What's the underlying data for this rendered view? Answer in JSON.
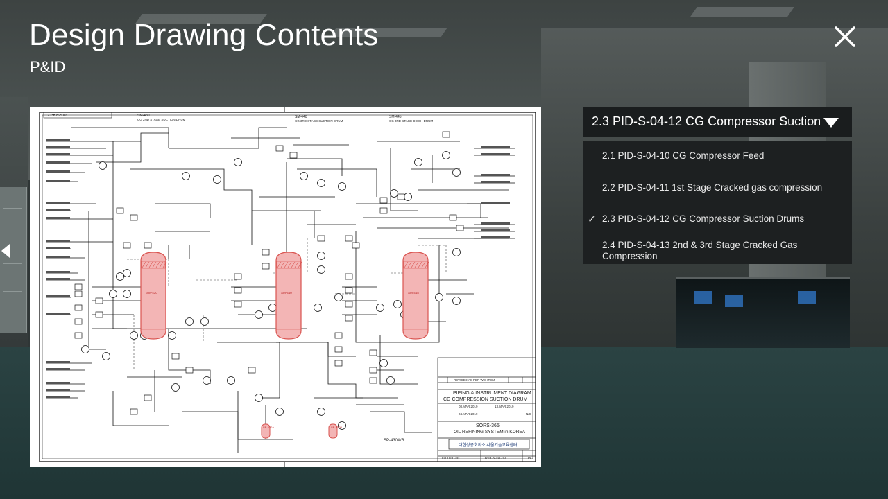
{
  "header": {
    "title": "Design Drawing Contents",
    "subtitle": "P&ID"
  },
  "icons": {
    "close": "close-icon",
    "prev": "chevron-left-icon",
    "dropdown": "triangle-down-icon",
    "check": "check-icon"
  },
  "dropdown": {
    "selected": "2.3 PID-S-04-12 CG Compressor Suction",
    "check_glyph": "✓",
    "items": [
      {
        "label": "2.1 PID-S-04-10 CG Compressor Feed",
        "selected": false
      },
      {
        "label": "2.2 PID-S-04-11 1st Stage Cracked gas compression",
        "selected": false
      },
      {
        "label": "2.3 PID-S-04-12 CG Compressor Suction Drums",
        "selected": true
      },
      {
        "label": "2.4 PID-S-04-13 2nd & 3rd Stage Cracked Gas Compression",
        "selected": false
      }
    ]
  },
  "drawing": {
    "vessels": [
      {
        "tag": "SM-430",
        "name": "CG 2ND STAGE SUCTION DRUM"
      },
      {
        "tag": "SM-440",
        "name": "CG 3RD STAGE SUCTION DRUM"
      },
      {
        "tag": "SM-445",
        "name": "CG 3RD STAGE DISCH DRUM"
      }
    ],
    "pumps": [
      "SP-430A",
      "SP-430B"
    ],
    "pump_group": "SP-430A/B",
    "title_block": {
      "rev_note": "REVISED AS PER W/S ITEM",
      "line1": "PIPING & INSTRUMENT DIAGRAM",
      "line2": "CG COMPRESSION SUCTION DRUM",
      "project": "SORS-365",
      "system": "OIL REFINING SYSTEM in KOREA",
      "org": "대한상공회의소 서울기술교육센터",
      "doc_no": "PID-S-04-12",
      "sheet": "03",
      "date1": "08.MAR.2019",
      "date2": "24.MAR.2019",
      "date3": "13.MAR.2019",
      "scale": "N/S",
      "zeros": "00-00-00-00"
    },
    "corner_label": "PID-S-04-12"
  },
  "colors": {
    "vessel_fill": "#f3b5b5",
    "vessel_stroke": "#d9534f",
    "dropdown_bg": "#1a1d1e",
    "list_bg": "#1d2021"
  }
}
